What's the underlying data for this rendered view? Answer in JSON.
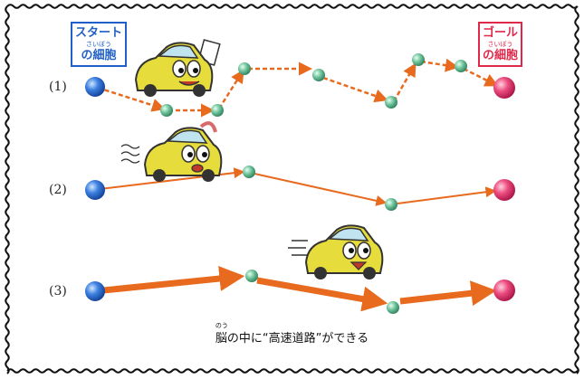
{
  "start_label": {
    "line1": "スタート",
    "line2": "の細胞",
    "ruby": "さいぼう"
  },
  "goal_label": {
    "line1": "ゴール",
    "line2": "の細胞",
    "ruby": "さいぼう"
  },
  "rows": [
    "(1)",
    "(2)",
    "(3)"
  ],
  "caption": {
    "text": "脳の中に“高速道路”ができる",
    "ruby": "のう"
  },
  "colors": {
    "start_cell": "#2c6fd4",
    "goal_cell": "#e23a6e",
    "node": "#6cc29a",
    "path": "#e86a1e",
    "car_body": "#e6dc3c",
    "border": "#111111",
    "box_blue": "#1f5fc7",
    "box_red": "#e0284a"
  }
}
